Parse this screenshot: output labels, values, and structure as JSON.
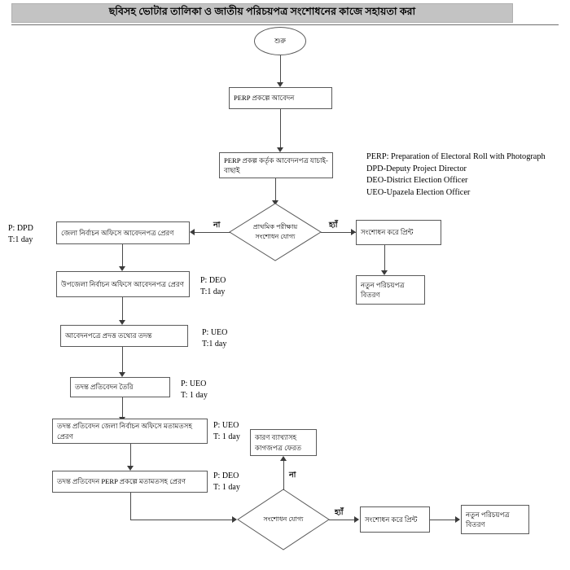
{
  "page": {
    "title": "ছবিসহ ভোটার তালিকা ও জাতীয় পরিচয়পত্র সংশোধনের কাজে সহায়তা করা"
  },
  "legend": {
    "lines": "PERP: Preparation of Electoral Roll with Photograph\nDPD-Deputy Project Director\nDEO-District Election Officer\nUEO-Upazela Election Officer"
  },
  "nodes": {
    "start": "শুরু",
    "apply": "PERP প্রকল্পে আবেদন",
    "screening": "PERP প্রকল্প কর্তৃক আবেদনপত্র যাচাই-বাছাই",
    "decision1_line1": "প্রাথমিক পরীক্ষায়",
    "decision1_line2": "সংশোধন যোগ্য",
    "correct_print_1": "সংশোধন করে প্রিন্ট",
    "new_card_1_line1": "নতুন পরিচয়পত্র",
    "new_card_1_line2": "বিতরণ",
    "send_district": "জেলা নির্বাচন অফিসে আবেদনপত্র প্রেরণ",
    "send_upazila": "উপজেলা নির্বাচন অফিসে আবেদনপত্র প্রেরণ",
    "investigate": "আবেদনপত্রে প্রদত্ত তথ্যের তদন্ত",
    "report_make": "তদন্ত প্রতিবেদন তৈরি",
    "report_to_district": "তদন্ত প্রতিবেদন জেলা নির্বাচন অফিসে মতামতসহ প্রেরণ",
    "report_to_perp": "তদন্ত প্রতিবেদন PERP প্রকল্পে মতামতসহ প্রেরণ",
    "return_docs_line1": "কারণ ব্যাখ্যাসহ",
    "return_docs_line2": "কাগজপত্র ফেরত",
    "decision2": "সংশোধন যোগ্য",
    "correct_print_2": "সংশোধন করে প্রিন্ট",
    "new_card_2_line1": "নতুন পরিচয়পত্র",
    "new_card_2_line2": "বিতরণ"
  },
  "edge_labels": {
    "no_1": "না",
    "yes_1": "হ্যাঁ",
    "no_2": "না",
    "yes_2": "হ্যাঁ"
  },
  "swimlane_notes": {
    "dpd": "P: DPD\nT:1 day",
    "deo_1": "P: DEO\nT:1 day",
    "ueo_1": "P: UEO\nT:1 day",
    "ueo_2": "P: UEO\nT: 1 day",
    "ueo_3": "P: UEO\nT: 1 day",
    "deo_2": "P: DEO\nT: 1 day"
  },
  "colors": {
    "title_bg": "#c3c3c3",
    "node_border": "#5a5a5a",
    "connector": "#4a4a4a",
    "text": "#000000"
  }
}
